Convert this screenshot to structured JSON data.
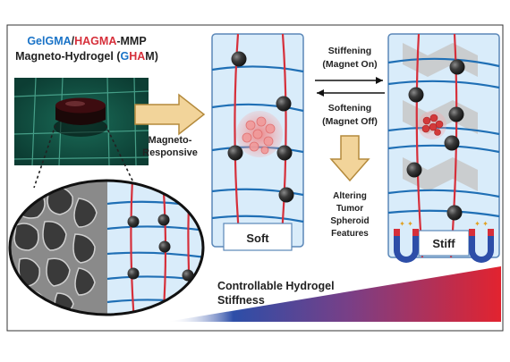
{
  "title": {
    "part1": "GelGMA",
    "slash": "/",
    "part2": "HAGMA",
    "part3": "-MMP",
    "line2_a": "Magneto-Hydrogel (",
    "g": "G",
    "ha": "HA",
    "m": "M",
    "close": ")"
  },
  "arrow_label": {
    "line1": "Magneto-",
    "line2": "Responsive"
  },
  "panels": {
    "soft": "Soft",
    "stiff": "Stiff"
  },
  "stiffening": {
    "line1": "Stiffening",
    "line2": "(Magnet On)"
  },
  "softening": {
    "line1": "Softening",
    "line2": "(Magnet Off)"
  },
  "altering": {
    "line1": "Altering",
    "line2": "Tumor",
    "line3": "Spheroid",
    "line4": "Features"
  },
  "gradient_label": {
    "line1": "Controllable Hydrogel",
    "line2": "Stiffness"
  },
  "colors": {
    "blue_polymer": "#1f6fb5",
    "red_polymer": "#d62f3a",
    "panel_fill": "#d9ecfa",
    "panel_border": "#5b87b8",
    "arrow_fill": "#f2d49a",
    "arrow_stroke": "#b48a3c",
    "gelgma": "#1a73c7",
    "hagma": "#d62f3a",
    "gradient_start": "#2d4ea8",
    "gradient_end": "#e2232f"
  }
}
